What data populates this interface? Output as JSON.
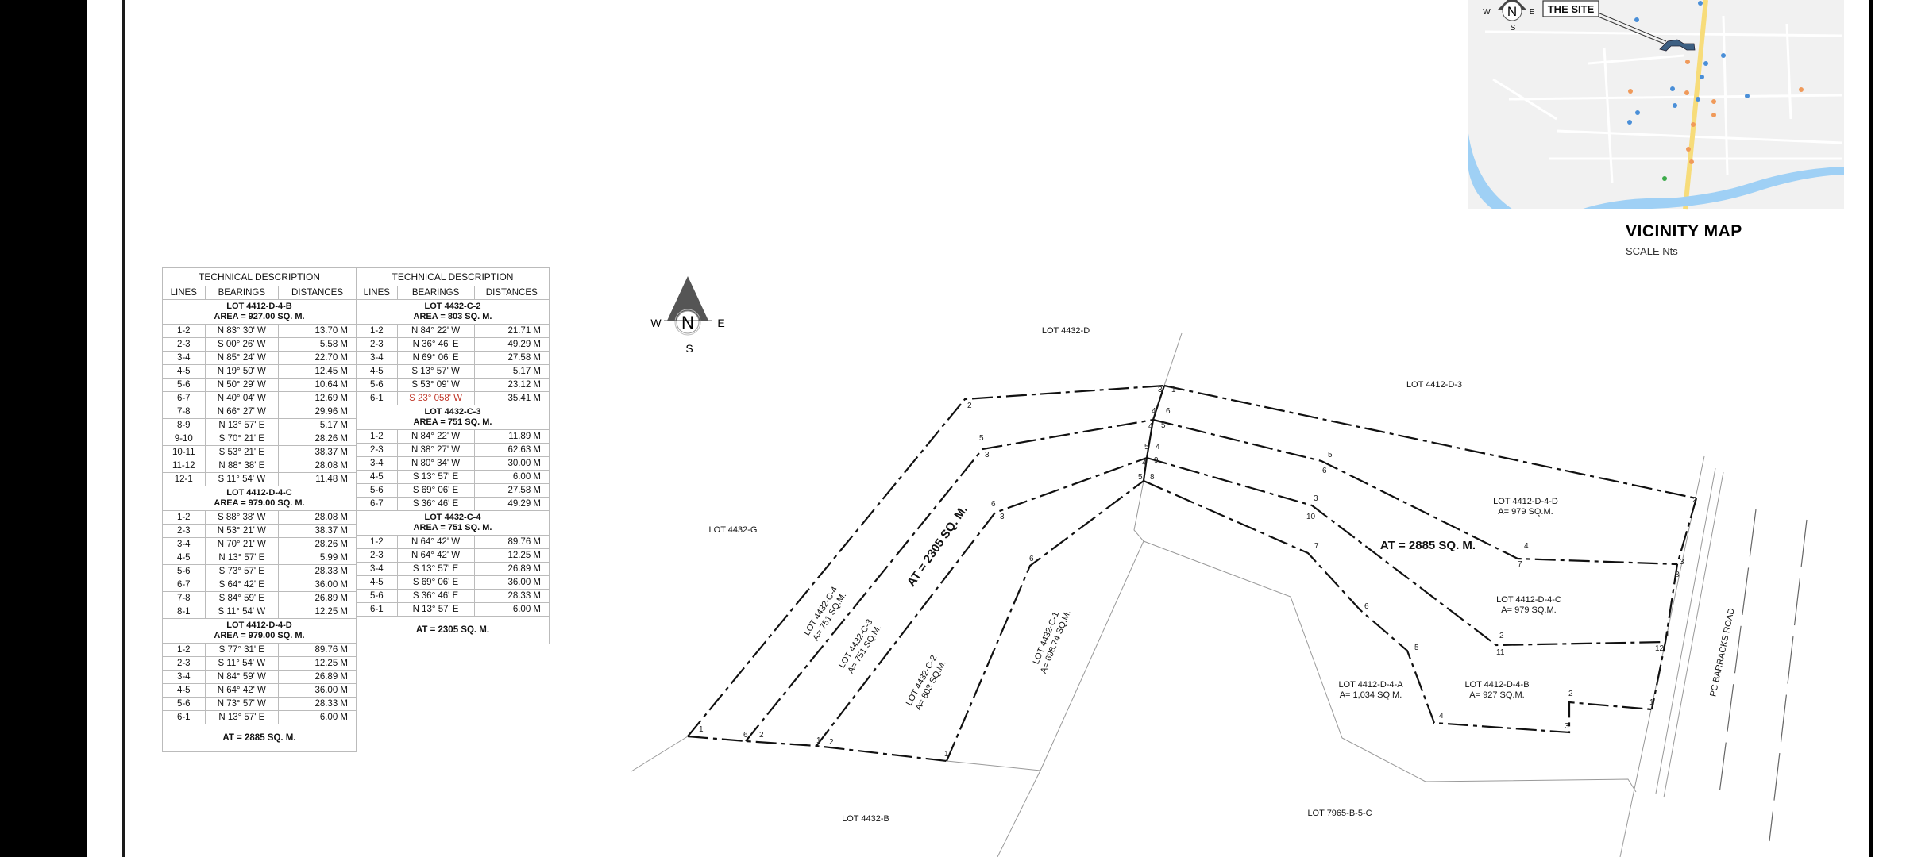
{
  "tables": [
    {
      "title": "TECHNICAL DESCRIPTION",
      "headers": [
        "LINES",
        "BEARINGS",
        "DISTANCES"
      ],
      "sections": [
        {
          "lot": "LOT 4412-D-4-B",
          "area": "AREA = 927.00 SQ. M.",
          "rows": [
            [
              "1-2",
              "N 83° 30' W",
              "13.70 M"
            ],
            [
              "2-3",
              "S 00° 26' W",
              "5.58 M"
            ],
            [
              "3-4",
              "N 85° 24' W",
              "22.70 M"
            ],
            [
              "4-5",
              "N 19° 50' W",
              "12.45 M"
            ],
            [
              "5-6",
              "N 50° 29' W",
              "10.64 M"
            ],
            [
              "6-7",
              "N 40° 04' W",
              "12.69 M"
            ],
            [
              "7-8",
              "N 66° 27' W",
              "29.96 M"
            ],
            [
              "8-9",
              "N 13° 57' E",
              "5.17 M"
            ],
            [
              "9-10",
              "S 70° 21' E",
              "28.26 M"
            ],
            [
              "10-11",
              "S 53° 21' E",
              "38.37 M"
            ],
            [
              "11-12",
              "N 88° 38' E",
              "28.08 M"
            ],
            [
              "12-1",
              "S 11° 54' W",
              "11.48 M"
            ]
          ]
        },
        {
          "lot": "LOT 4412-D-4-C",
          "area": "AREA = 979.00 SQ. M.",
          "rows": [
            [
              "1-2",
              "S 88° 38' W",
              "28.08 M"
            ],
            [
              "2-3",
              "N 53° 21' W",
              "38.37 M"
            ],
            [
              "3-4",
              "N 70° 21' W",
              "28.26 M"
            ],
            [
              "4-5",
              "N 13° 57' E",
              "5.99 M"
            ],
            [
              "5-6",
              "S 73° 57' E",
              "28.33 M"
            ],
            [
              "6-7",
              "S 64° 42' E",
              "36.00 M"
            ],
            [
              "7-8",
              "S 84° 59' E",
              "26.89 M"
            ],
            [
              "8-1",
              "S 11° 54' W",
              "12.25 M"
            ]
          ]
        },
        {
          "lot": "LOT 4412-D-4-D",
          "area": "AREA = 979.00 SQ. M.",
          "rows": [
            [
              "1-2",
              "S 77° 31' E",
              "89.76 M"
            ],
            [
              "2-3",
              "S 11° 54' W",
              "12.25 M"
            ],
            [
              "3-4",
              "N 84° 59' W",
              "26.89 M"
            ],
            [
              "4-5",
              "N 64° 42' W",
              "36.00 M"
            ],
            [
              "5-6",
              "N 73° 57' W",
              "28.33 M"
            ],
            [
              "6-1",
              "N 13° 57' E",
              "6.00 M"
            ]
          ]
        }
      ],
      "total": "AT = 2885 SQ. M."
    },
    {
      "title": "TECHNICAL DESCRIPTION",
      "headers": [
        "LINES",
        "BEARINGS",
        "DISTANCES"
      ],
      "sections": [
        {
          "lot": "LOT 4432-C-2",
          "area": "AREA = 803 SQ. M.",
          "rows": [
            [
              "1-2",
              "N 84° 22' W",
              "21.71 M"
            ],
            [
              "2-3",
              "N 36° 46' E",
              "49.29 M"
            ],
            [
              "3-4",
              "N 69° 06' E",
              "27.58 M"
            ],
            [
              "4-5",
              "S 13° 57' W",
              "5.17 M"
            ],
            [
              "5-6",
              "S 53° 09' W",
              "23.12 M"
            ],
            [
              "6-1",
              "S 23° 058' W",
              "35.41 M"
            ]
          ],
          "highlight": {
            "row": 5,
            "col": 1,
            "color": "#c0392b"
          }
        },
        {
          "lot": "LOT 4432-C-3",
          "area": "AREA = 751 SQ. M.",
          "rows": [
            [
              "1-2",
              "N 84° 22' W",
              "11.89 M"
            ],
            [
              "2-3",
              "N 38° 27' W",
              "62.63 M"
            ],
            [
              "3-4",
              "N 80° 34' W",
              "30.00 M"
            ],
            [
              "4-5",
              "S 13° 57' E",
              "6.00 M"
            ],
            [
              "5-6",
              "S 69° 06' E",
              "27.58 M"
            ],
            [
              "6-7",
              "S 36° 46' E",
              "49.29 M"
            ]
          ]
        },
        {
          "lot": "LOT 4432-C-4",
          "area": "AREA = 751 SQ. M.",
          "rows": [
            [
              "1-2",
              "N 64° 42' W",
              "89.76 M"
            ],
            [
              "2-3",
              "N 64° 42' W",
              "12.25 M"
            ],
            [
              "3-4",
              "S 13° 57' E",
              "26.89 M"
            ],
            [
              "4-5",
              "S 69° 06' E",
              "36.00 M"
            ],
            [
              "5-6",
              "S 36° 46' E",
              "28.33 M"
            ],
            [
              "6-1",
              "N 13° 57' E",
              "6.00 M"
            ]
          ]
        }
      ],
      "total": "AT = 2305 SQ. M."
    }
  ],
  "compass": {
    "n": "N",
    "w": "W",
    "e": "E",
    "s": "S"
  },
  "vicinity_map": {
    "title": "VICINITY MAP",
    "scale": "SCALE Nts",
    "site_label": "THE SITE",
    "colors": {
      "road": "#f7dc7a",
      "river": "#9fd0f5",
      "site": "#3d5f82",
      "land": "#f1f1f1"
    }
  },
  "drawing": {
    "lots": {
      "lot_4432_d": "LOT 4432-D",
      "lot_4412_d_3": "LOT 4412-D-3",
      "lot_4432_g": "LOT 4432-G",
      "lot_4432_b": "LOT 4432-B",
      "lot_7965_b_5_c": "LOT 7965-B-5-C",
      "d4d_name": "LOT 4412-D-4-D",
      "d4d_area": "A= 979 SQ.M.",
      "d4c_name": "LOT 4412-D-4-C",
      "d4c_area": "A= 979 SQ.M.",
      "d4a_name": "LOT 4412-D-4-A",
      "d4a_area": "A= 1,034 SQ.M.",
      "d4b_name": "LOT 4412-D-4-B",
      "d4b_area": "A= 927 SQ.M.",
      "c4_name": "LOT 4432-C-4",
      "c4_area": "A= 751 SQ.M.",
      "c3_name": "LOT 4432-C-3",
      "c3_area": "A= 751 SQ.M.",
      "c2_name": "LOT 4432-C-2",
      "c2_area": "A= 803 SQ.M.",
      "c1_name": "LOT 4432-C-1",
      "c1_area": "A= 698.74 SQ.M."
    },
    "at_2885": "AT = 2885 SQ. M.",
    "at_2305": "AT = 2305 SQ. M.",
    "road": "PC BARRACKS ROAD",
    "vertex_labels": [
      "3",
      "1",
      "2",
      "4",
      "6",
      "4",
      "5",
      "5",
      "3",
      "5",
      "4",
      "4",
      "9",
      "5",
      "8",
      "6",
      "3",
      "6",
      "1",
      "6",
      "2",
      "1",
      "2",
      "1",
      "5",
      "6",
      "3",
      "10",
      "7",
      "6",
      "5",
      "4",
      "7",
      "2",
      "3",
      "8",
      "2",
      "11",
      "1",
      "12",
      "2",
      "1",
      "4",
      "3"
    ]
  }
}
